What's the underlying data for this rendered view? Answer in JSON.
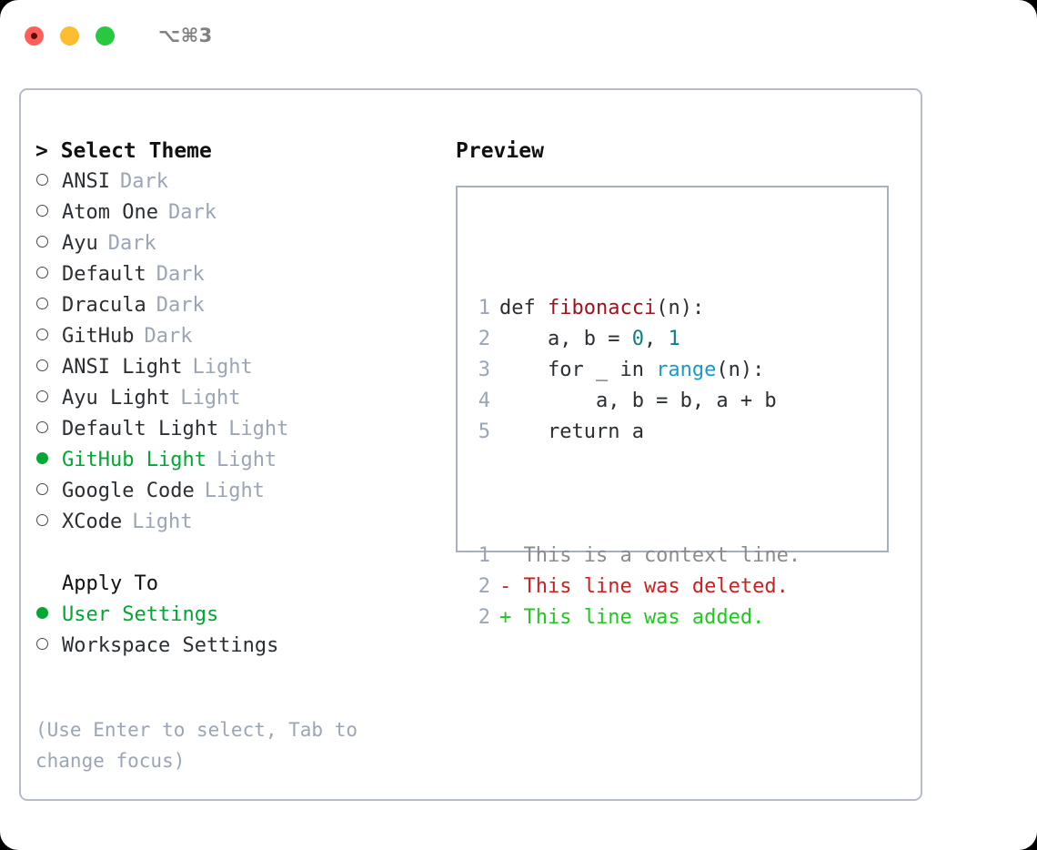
{
  "titlebar": {
    "shortcut": "⌥⌘3",
    "buttons": [
      {
        "name": "close",
        "color": "#ff5f57"
      },
      {
        "name": "minimize",
        "color": "#febc2e"
      },
      {
        "name": "zoom",
        "color": "#28c840"
      }
    ]
  },
  "theme_section": {
    "heading": "> Select Theme",
    "caret": ">",
    "heading_label": "Select Theme",
    "options": [
      {
        "label": "ANSI",
        "tag": "Dark",
        "selected": false,
        "marker": "○"
      },
      {
        "label": "Atom One",
        "tag": "Dark",
        "selected": false,
        "marker": "○"
      },
      {
        "label": "Ayu",
        "tag": "Dark",
        "selected": false,
        "marker": "○"
      },
      {
        "label": "Default",
        "tag": "Dark",
        "selected": false,
        "marker": "○"
      },
      {
        "label": "Dracula",
        "tag": "Dark",
        "selected": false,
        "marker": "○"
      },
      {
        "label": "GitHub",
        "tag": "Dark",
        "selected": false,
        "marker": "○"
      },
      {
        "label": "ANSI Light",
        "tag": "Light",
        "selected": false,
        "marker": "○"
      },
      {
        "label": "Ayu Light",
        "tag": "Light",
        "selected": false,
        "marker": "○"
      },
      {
        "label": "Default Light",
        "tag": "Light",
        "selected": false,
        "marker": "○"
      },
      {
        "label": "GitHub Light",
        "tag": "Light",
        "selected": true,
        "marker": "●"
      },
      {
        "label": "Google Code",
        "tag": "Light",
        "selected": false,
        "marker": "○"
      },
      {
        "label": "XCode",
        "tag": "Light",
        "selected": false,
        "marker": "○"
      }
    ]
  },
  "apply_to_section": {
    "heading": "Apply To",
    "options": [
      {
        "label": "User Settings",
        "selected": true,
        "marker": "●"
      },
      {
        "label": "Workspace Settings",
        "selected": false,
        "marker": "○"
      }
    ]
  },
  "hint": "(Use Enter to select, Tab to change focus)",
  "preview": {
    "title": "Preview",
    "code_lines": [
      {
        "lineno": "1",
        "segments": [
          {
            "text": "def ",
            "type": "plain"
          },
          {
            "text": "fibonacci",
            "type": "function"
          },
          {
            "text": "(n):",
            "type": "plain"
          }
        ]
      },
      {
        "lineno": "2",
        "segments": [
          {
            "text": "    a, b = ",
            "type": "plain"
          },
          {
            "text": "0",
            "type": "number"
          },
          {
            "text": ", ",
            "type": "plain"
          },
          {
            "text": "1",
            "type": "number"
          }
        ]
      },
      {
        "lineno": "3",
        "segments": [
          {
            "text": "    for _ in ",
            "type": "plain"
          },
          {
            "text": "range",
            "type": "call"
          },
          {
            "text": "(n):",
            "type": "plain"
          }
        ]
      },
      {
        "lineno": "4",
        "segments": [
          {
            "text": "        a, b = b, a + b",
            "type": "plain"
          }
        ]
      },
      {
        "lineno": "5",
        "segments": [
          {
            "text": "    return a",
            "type": "plain"
          }
        ]
      }
    ],
    "diff_lines": [
      {
        "lineno": "1",
        "text": "  This is a context line.",
        "type": "context"
      },
      {
        "lineno": "2",
        "text": "- This line was deleted.",
        "type": "deleted"
      },
      {
        "lineno": "2",
        "text": "+ This line was added.",
        "type": "added"
      }
    ]
  },
  "colors": {
    "accent_green": "#00a832",
    "muted_gray": "#9aa5b5",
    "border": "#b5bcc8",
    "preview_border": "#a8b0bd",
    "syntax_function": "#a3111d",
    "syntax_number": "#0e8080",
    "syntax_call": "#1a9ac9",
    "diff_added": "#1ec81e",
    "diff_deleted": "#cc1f1f",
    "diff_context": "#8b8b8b"
  }
}
